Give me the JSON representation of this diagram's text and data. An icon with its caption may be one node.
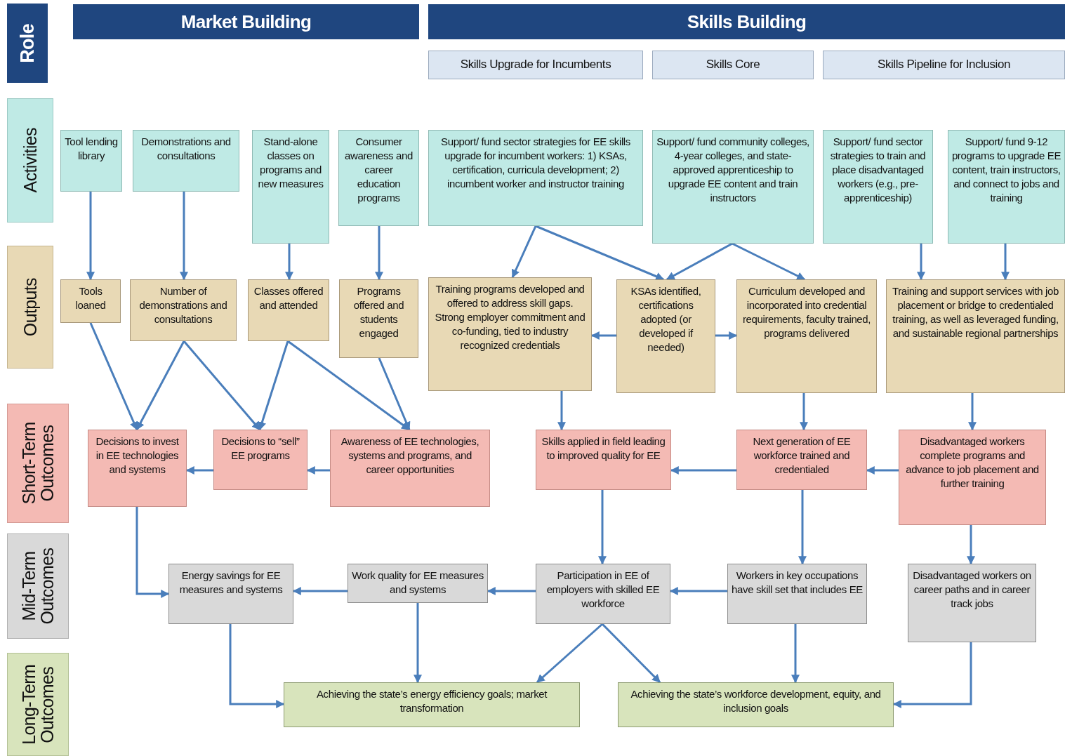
{
  "diagram": {
    "nodes": [
      {
        "text": [
          "Role"
        ]
      },
      {
        "text": [
          "Market Building"
        ]
      },
      {
        "text": [
          "Skills Building"
        ]
      },
      {
        "text": [
          "Skills Upgrade for Incumbents"
        ]
      },
      {
        "text": [
          "Skills Core"
        ]
      },
      {
        "text": [
          "Skills Pipeline for Inclusion"
        ]
      },
      {
        "text": [
          "Activities"
        ]
      },
      {
        "text": [
          "Tool lending library"
        ]
      },
      {
        "text": [
          "Demonstrations and consultations"
        ]
      },
      {
        "text": [
          "Stand-alone classes on programs and new measures"
        ]
      },
      {
        "text": [
          "Consumer awareness and career education programs"
        ]
      },
      {
        "text": [
          "Support/ fund sector strategies for EE skills upgrade for incumbent workers: 1) KSAs, certification, curricula development; 2) incumbent worker and instructor training"
        ]
      },
      {
        "text": [
          "Support/ fund community colleges, 4-year colleges, and state-approved apprenticeship to upgrade EE content and train instructors"
        ]
      },
      {
        "text": [
          "Support/ fund sector strategies to train and place disadvantaged workers (e.g., pre-apprenticeship)"
        ]
      },
      {
        "text": [
          "Support/ fund 9-12 programs to upgrade EE content, train instructors, and connect to jobs and training"
        ]
      },
      {
        "text": [
          "Outputs"
        ]
      },
      {
        "text": [
          "Tools loaned"
        ]
      },
      {
        "text": [
          "Number of demonstrations and consultations"
        ]
      },
      {
        "text": [
          "Classes offered and attended"
        ]
      },
      {
        "text": [
          "Programs offered and students engaged"
        ]
      },
      {
        "text": [
          "Training programs developed and offered to address skill gaps. Strong employer commitment and co-funding, tied to industry recognized credentials"
        ]
      },
      {
        "text": [
          "KSAs identified, certifications adopted (or developed if needed)"
        ]
      },
      {
        "text": [
          "Curriculum developed and incorporated into credential requirements, faculty trained, programs delivered"
        ]
      },
      {
        "text": [
          "Training and support services with job placement or bridge to credentialed training, as well as leveraged funding, and sustainable regional partnerships"
        ]
      },
      {
        "text": [
          "Short-Term Outcomes"
        ]
      },
      {
        "text": [
          "Decisions to invest in EE technologies and systems"
        ]
      },
      {
        "text": [
          "Decisions to “sell” EE programs"
        ]
      },
      {
        "text": [
          "Awareness of EE technologies, systems and programs, and career opportunities"
        ]
      },
      {
        "text": [
          "Skills applied in field leading to improved quality for EE"
        ]
      },
      {
        "text": [
          "Next generation of EE workforce trained and credentialed"
        ]
      },
      {
        "text": [
          "Disadvantaged workers complete programs and advance to job placement and further training"
        ]
      },
      {
        "text": [
          "Mid-Term Outcomes"
        ]
      },
      {
        "text": [
          "Energy savings for EE measures and systems"
        ]
      },
      {
        "text": [
          "Work quality for EE measures and systems"
        ]
      },
      {
        "text": [
          "Participation in EE of employers with skilled EE workforce"
        ]
      },
      {
        "text": [
          "Workers in key occupations have skill set that includes EE"
        ]
      },
      {
        "text": [
          "Disadvantaged workers on career paths and in career track jobs"
        ]
      },
      {
        "text": [
          "Long-Term Outcomes"
        ]
      },
      {
        "text": [
          "Achieving the state’s energy efficiency goals; market transformation"
        ]
      },
      {
        "text": [
          "Achieving the state’s workforce development, equity, and inclusion goals"
        ]
      }
    ],
    "edges": [
      {
        "from": 7,
        "to": 16,
        "arrow": "to"
      },
      {
        "from": 8,
        "to": 17,
        "arrow": "to"
      },
      {
        "from": 9,
        "to": 18,
        "arrow": "to"
      },
      {
        "from": 10,
        "to": 19,
        "arrow": "to"
      },
      {
        "from": 11,
        "to": 20,
        "arrow": "to"
      },
      {
        "from": 11,
        "to": 21,
        "arrow": "to"
      },
      {
        "from": 12,
        "to": 21,
        "arrow": "to"
      },
      {
        "from": 12,
        "to": 22,
        "arrow": "to"
      },
      {
        "from": 13,
        "to": 23,
        "arrow": "to"
      },
      {
        "from": 14,
        "to": 23,
        "arrow": "to"
      },
      {
        "from": 21,
        "to": 20,
        "arrow": "to"
      },
      {
        "from": 21,
        "to": 22,
        "arrow": "to"
      },
      {
        "from": 16,
        "to": 25,
        "arrow": "to"
      },
      {
        "from": 17,
        "to": 25,
        "arrow": "to"
      },
      {
        "from": 17,
        "to": 26,
        "arrow": "to"
      },
      {
        "from": 18,
        "to": 26,
        "arrow": "to"
      },
      {
        "from": 18,
        "to": 27,
        "arrow": "to"
      },
      {
        "from": 19,
        "to": 27,
        "arrow": "to"
      },
      {
        "from": 20,
        "to": 28,
        "arrow": "to"
      },
      {
        "from": 22,
        "to": 29,
        "arrow": "to"
      },
      {
        "from": 23,
        "to": 30,
        "arrow": "to"
      },
      {
        "from": 26,
        "to": 25,
        "arrow": "to"
      },
      {
        "from": 27,
        "to": 26,
        "arrow": "to"
      },
      {
        "from": 29,
        "to": 28,
        "arrow": "to"
      },
      {
        "from": 30,
        "to": 29,
        "arrow": "to"
      },
      {
        "from": 25,
        "to": 32,
        "arrow": "to"
      },
      {
        "from": 28,
        "to": 34,
        "arrow": "to"
      },
      {
        "from": 29,
        "to": 35,
        "arrow": "to"
      },
      {
        "from": 30,
        "to": 36,
        "arrow": "to"
      },
      {
        "from": 33,
        "to": 32,
        "arrow": "to"
      },
      {
        "from": 34,
        "to": 33,
        "arrow": "to"
      },
      {
        "from": 35,
        "to": 34,
        "arrow": "to"
      },
      {
        "from": 32,
        "to": 38,
        "arrow": "to"
      },
      {
        "from": 33,
        "to": 38,
        "arrow": "to"
      },
      {
        "from": 34,
        "to": 38,
        "arrow": "to"
      },
      {
        "from": 34,
        "to": 39,
        "arrow": "to"
      },
      {
        "from": 35,
        "to": 39,
        "arrow": "to"
      },
      {
        "from": 36,
        "to": 39,
        "arrow": "to"
      }
    ]
  }
}
